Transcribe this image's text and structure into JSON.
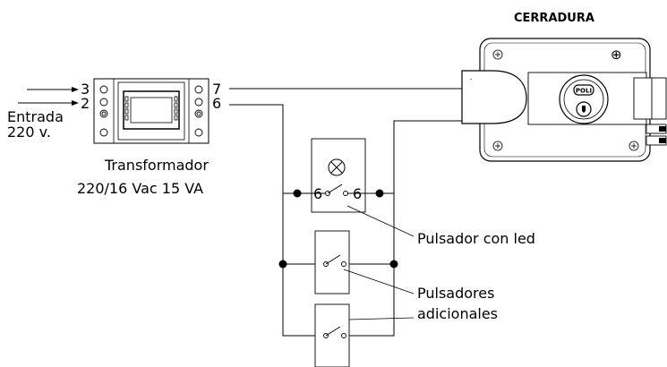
{
  "lock": {
    "title": "CERRADURA",
    "brand": "POLI"
  },
  "input": {
    "terminal_top": "3",
    "terminal_bottom": "2",
    "label_line1": "Entrada",
    "label_line2": "220 v."
  },
  "transformer": {
    "out_top": "7",
    "out_bottom": "6",
    "label_line1": "Transformador",
    "label_line2": "220/16 Vac  15 VA"
  },
  "led_pushbutton": {
    "term_left": "6",
    "term_right": "6",
    "label": "Pulsador con led"
  },
  "additional": {
    "label_line1": "Pulsadores",
    "label_line2": "adicionales"
  }
}
